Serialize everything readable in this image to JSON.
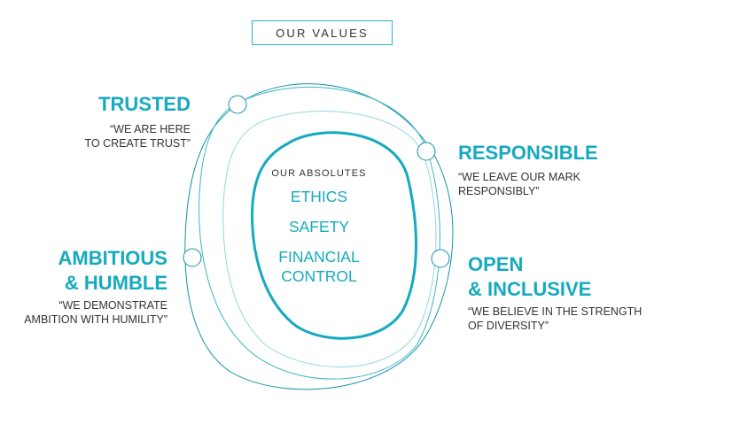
{
  "header": {
    "label": "OUR VALUES"
  },
  "center": {
    "title": "OUR ABSOLUTES",
    "items": [
      "ETHICS",
      "SAFETY",
      "FINANCIAL",
      "CONTROL"
    ]
  },
  "values": {
    "trusted": {
      "title": "TRUSTED",
      "quote_line1": "“WE ARE HERE",
      "quote_line2": "TO CREATE TRUST”"
    },
    "responsible": {
      "title": "RESPONSIBLE",
      "quote_line1": "“WE LEAVE OUR MARK",
      "quote_line2": "RESPONSIBLY”"
    },
    "ambitious": {
      "title_line1": "AMBITIOUS",
      "title_line2": "& HUMBLE",
      "quote_line1": "“WE DEMONSTRATE",
      "quote_line2": "AMBITION WITH HUMILITY”"
    },
    "open": {
      "title_line1": "OPEN",
      "title_line2": "& INCLUSIVE",
      "quote_line1": "“WE BELIEVE IN THE STRENGTH",
      "quote_line2": "OF DIVERSITY”"
    }
  },
  "colors": {
    "accent": "#15aabf",
    "ring_dark": "#1591a8",
    "ring_light": "#7fd3dc",
    "text": "#333333"
  }
}
